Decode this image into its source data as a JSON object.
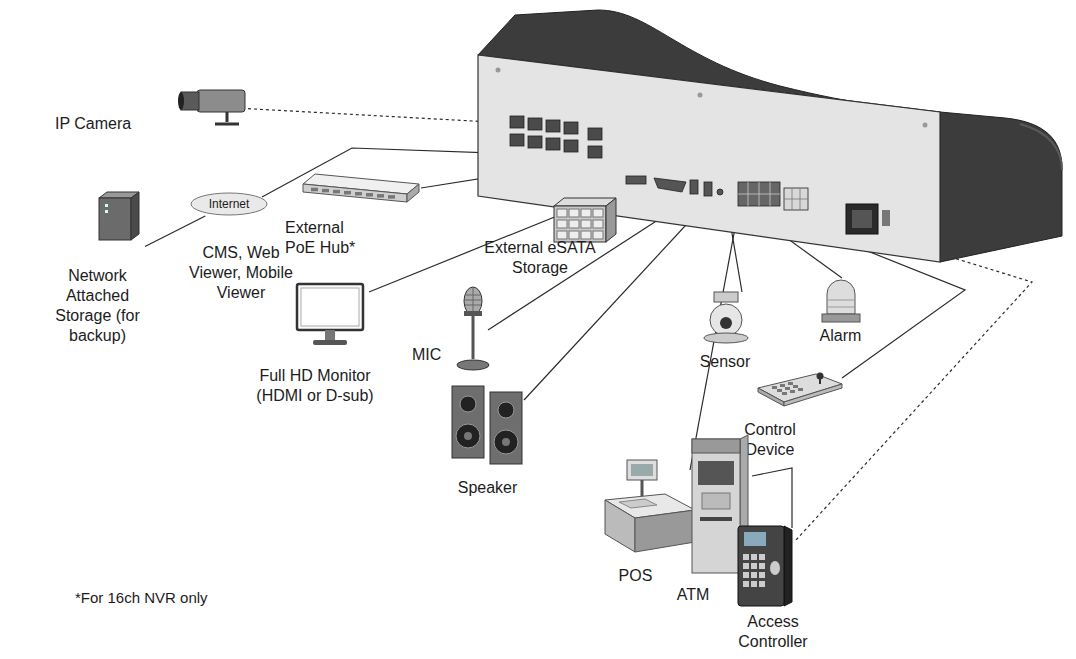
{
  "diagram": {
    "nodes": [
      {
        "text": [
          "IP Camera"
        ]
      },
      {
        "text": [
          "Internet"
        ]
      },
      {
        "text": [
          "External PoE Hub*"
        ]
      },
      {
        "text": [
          "Network Attached Storage (for backup)"
        ]
      },
      {
        "text": [
          "External eSATA Storage"
        ]
      },
      {
        "text": [
          "Full HD Monitor (HDMI or D-sub)"
        ]
      },
      {
        "text": [
          "MIC"
        ]
      },
      {
        "text": [
          "Speaker"
        ]
      },
      {
        "text": [
          "Sensor"
        ]
      },
      {
        "text": [
          "Alarm"
        ]
      },
      {
        "text": [
          "Control Device"
        ]
      },
      {
        "text": [
          "POS"
        ]
      },
      {
        "text": [
          "ATM"
        ]
      },
      {
        "text": [
          "Access Controller"
        ]
      }
    ],
    "edges": [
      {
        "from": 1,
        "to": 3,
        "arrow": "none"
      }
    ],
    "labels": [
      "CMS, Web Viewer, Mobile Viewer",
      "*For 16ch NVR only"
    ]
  }
}
